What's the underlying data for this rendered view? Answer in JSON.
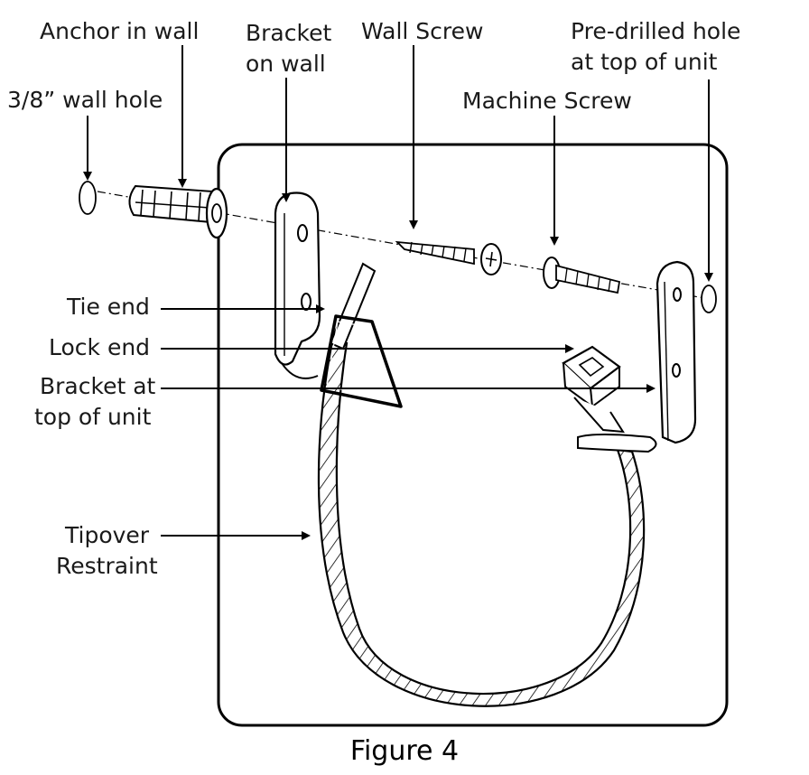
{
  "labels": {
    "anchor_in_wall": "Anchor in wall",
    "wall_hole": "3/8” wall hole",
    "bracket_on_wall_1": "Bracket",
    "bracket_on_wall_2": "on wall",
    "wall_screw": "Wall Screw",
    "pre_drilled_1": "Pre-drilled hole",
    "pre_drilled_2": "at top of unit",
    "machine_screw": "Machine Screw",
    "tie_end": "Tie end",
    "lock_end": "Lock end",
    "bracket_top_1": "Bracket at",
    "bracket_top_2": "top of unit",
    "tipover_1": "Tipover",
    "tipover_2": "Restraint"
  },
  "caption": "Figure 4"
}
